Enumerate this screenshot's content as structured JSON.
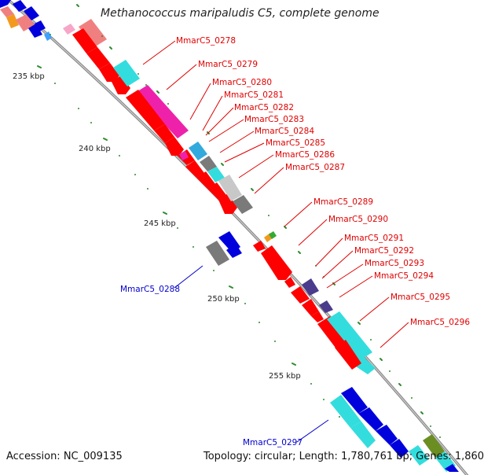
{
  "title": "Methanococcus maripaludis C5, complete genome",
  "footer": {
    "accession": "Accession: NC_009135",
    "topology": "Topology: circular; Length: 1,780,761 bp; Genes: 1,860"
  },
  "colors": {
    "backbone": "#8c8c8c",
    "tick": "#2e8b2e",
    "label_red": "#e00000",
    "label_blue": "#0000cc",
    "red": "#ff0000",
    "cyan": "#33dddd",
    "magenta": "#ee22aa",
    "pink": "#f08080",
    "blue": "#0000dd",
    "darkblue": "#4b3b8c",
    "gray": "#7a7a7a",
    "lightgray": "#c8c8c8",
    "orange": "#f39a1e",
    "green": "#33aa33",
    "olive": "#6b8e23"
  },
  "scale_labels": [
    "235 kbp",
    "240 kbp",
    "245 kbp",
    "250 kbp",
    "255 kbp"
  ],
  "gene_labels": [
    "MmarC5_0278",
    "MmarC5_0279",
    "MmarC5_0280",
    "MmarC5_0281",
    "MmarC5_0282",
    "MmarC5_0283",
    "MmarC5_0284",
    "MmarC5_0285",
    "MmarC5_0286",
    "MmarC5_0287",
    "MmarC5_0288",
    "MmarC5_0289",
    "MmarC5_0290",
    "MmarC5_0291",
    "MmarC5_0292",
    "MmarC5_0293",
    "MmarC5_0294",
    "MmarC5_0295",
    "MmarC5_0296",
    "MmarC5_0297"
  ]
}
